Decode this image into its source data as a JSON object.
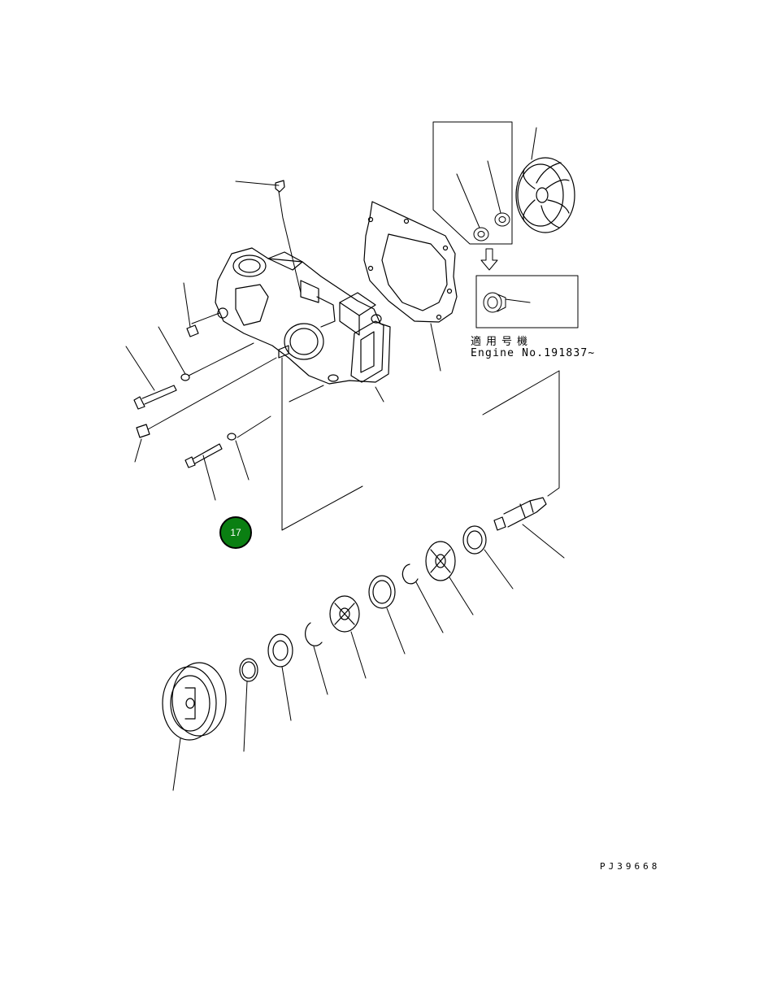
{
  "applicable_label": "適用号機",
  "engine_label": "Engine No.191837~",
  "drawing_code": "PJ39668",
  "callout": {
    "number": "17",
    "color": "#0a7f12"
  }
}
